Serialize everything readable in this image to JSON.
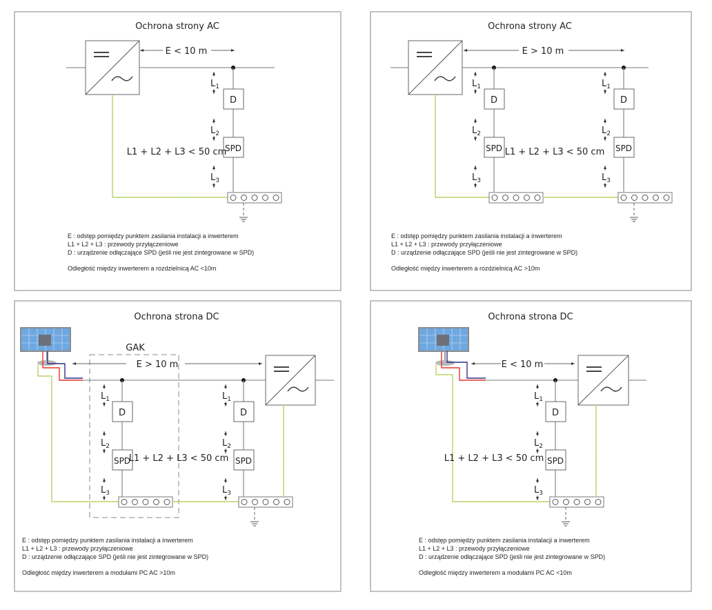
{
  "panels": [
    {
      "id": "ac-short",
      "title": "Ochrona strony AC",
      "distance_label": "E < 10 m",
      "sum_label": "L1 + L2 + L3 < 50 cm",
      "notes": [
        "E : odstęp pomiędzy punktem zasilania instalacji a inwerterem",
        "L1 + L2 + L3 : przewody przyłączeniowe",
        "D : urządzenie odłączające SPD (jeśli nie jest zintegrowane w SPD)",
        "Odległość między inwerterem a rozdzielnicą AC <10m"
      ]
    },
    {
      "id": "ac-long",
      "title": "Ochrona strony AC",
      "distance_label": "E > 10 m",
      "sum_label": "L1 + L2 + L3 < 50 cm",
      "notes": [
        "E : odstęp pomiędzy punktem zasilania instalacji a inwerterem",
        "L1 + L2 + L3 : przewody przyłączeniowe",
        "D : urządzenie odłączające SPD (jeśli nie jest zintegrowane w SPD)",
        "Odległość między inwerterem a rozdzielnicą AC >10m"
      ]
    },
    {
      "id": "dc-long",
      "title": "Ochrona strona DC",
      "enclosure_label": "GAK",
      "distance_label": "E > 10 m",
      "sum_label": "L1 + L2 + L3 < 50 cm",
      "notes": [
        "E : odstęp pomiędzy punktem zasilania instalacji a inwerterem",
        "L1 + L2 + L3 : przewody przyłączeniowe",
        "D : urządzenie odłączające SPD (jeśli nie jest zintegrowane w SPD)",
        "Odległość między inwerterem a modułami PC AC >10m"
      ]
    },
    {
      "id": "dc-short",
      "title": "Ochrona strona DC",
      "distance_label": "E < 10 m",
      "sum_label": "L1 + L2 + L3 < 50 cm",
      "notes": [
        "E : odstęp pomiędzy punktem zasilania instalacji a inwerterem",
        "L1 + L2 + L3 : przewody przyłączeniowe",
        "D : urządzenie odłączające SPD (jeśli nie jest zintegrowane w SPD)",
        "Odległość między inwerterem a modułami PC AC <10m"
      ]
    }
  ],
  "components": {
    "disconnector": "D",
    "spd": "SPD",
    "l1": "L",
    "l1_sub": "1",
    "l2": "L",
    "l2_sub": "2",
    "l3": "L",
    "l3_sub": "3"
  },
  "colors": {
    "frame": "#9a9a9a",
    "wire": "#5a5a5a",
    "earth_green": "#8cc84b",
    "earth_yellow": "#d8d860",
    "dc_plus": "#e8322a",
    "dc_minus": "#2e2e8c",
    "panel_blue": "#6fa8e0"
  }
}
